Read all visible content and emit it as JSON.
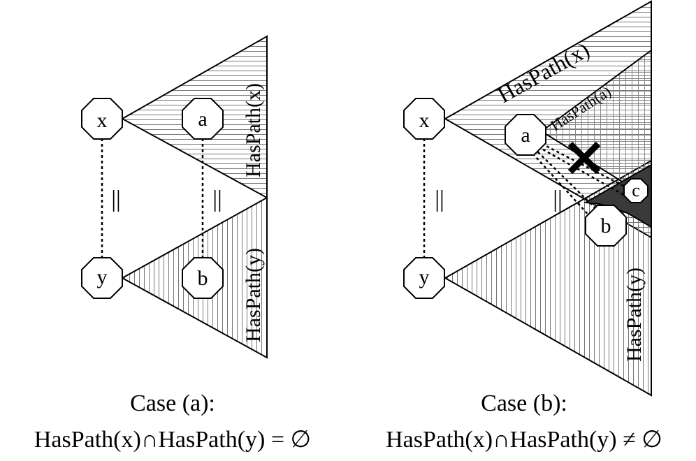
{
  "panel_a": {
    "nodes": {
      "x": "x",
      "a": "a",
      "y": "y",
      "b": "b"
    },
    "region_x": "HasPath(x)",
    "region_y": "HasPath(y)",
    "eq_left": "||",
    "eq_right": "||",
    "caption_title": "Case (a):",
    "caption_formula": "HasPath(x)∩HasPath(y) = ∅"
  },
  "panel_b": {
    "nodes": {
      "x": "x",
      "a": "a",
      "y": "y",
      "b": "b",
      "c": "c"
    },
    "region_x": "HasPath(x)",
    "region_a": "HasPath(a)",
    "region_y": "HasPath(y)",
    "eq_left": "||",
    "eq_right": "||",
    "caption_title": "Case (b):",
    "caption_formula": "HasPath(x)∩HasPath(y) ≠ ∅"
  },
  "colors": {
    "ink": "#000000",
    "background": "#ffffff",
    "overlap_fill": "#3a3a3a"
  }
}
